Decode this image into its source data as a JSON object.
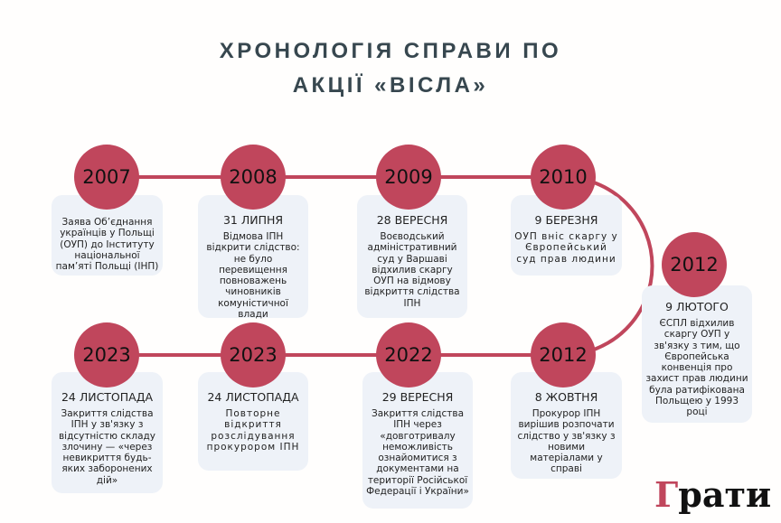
{
  "title_line1": "ХРОНОЛОГІЯ СПРАВИ ПО",
  "title_line2": "АКЦІЇ «ВІСЛА»",
  "colors": {
    "accent": "#c0465c",
    "card": "#eef2f8",
    "title": "#37474f"
  },
  "events": [
    {
      "year": "2007",
      "date": "",
      "text": "Заява Об’єднання українців у Польщі (ОУП) до Інституту національної пам’яті Польщі (ІНП)"
    },
    {
      "year": "2008",
      "date": "31 ЛИПНЯ",
      "text": "Відмова ІПН відкрити слідство: не було перевищення повноважень чиновників комуністичної влади"
    },
    {
      "year": "2009",
      "date": "28 ВЕРЕСНЯ",
      "text": "Воєводський адміністративний суд у Варшаві відхилив скаргу ОУП на відмову відкриття слідства ІПН"
    },
    {
      "year": "2010",
      "date": "9 БЕРЕЗНЯ",
      "text": "ОУП вніс скаргу у Європейський суд прав людини"
    },
    {
      "year": "2012",
      "date": "9 ЛЮТОГО",
      "text": "ЄСПЛ відхилив скаргу ОУП у зв'язку з тим, що Європейська конвенція про захист прав людини була ратифікована Польщею у 1993 році"
    },
    {
      "year": "2012",
      "date": "8 ЖОВТНЯ",
      "text": "Прокурор ІПН вирішив розпочати слідство у зв'язку з новими матеріалами у справі"
    },
    {
      "year": "2022",
      "date": "29 ВЕРЕСНЯ",
      "text": "Закриття слідства ІПН через «довготривалу неможливість ознайомитися з документами на території Російської Федерації і України»"
    },
    {
      "year": "2023",
      "date": "24 ЛИСТОПАДА",
      "text": "Повторне відкриття розслідування прокурором ІПН"
    },
    {
      "year": "2023",
      "date": "24 ЛИСТОПАДА",
      "text": "Закриття слідства ІПН у зв'язку з відсутністю складу злочину — «через невикриття будь-яких заборонених дій»"
    }
  ],
  "logo": {
    "first": "Г",
    "rest": "рати"
  }
}
